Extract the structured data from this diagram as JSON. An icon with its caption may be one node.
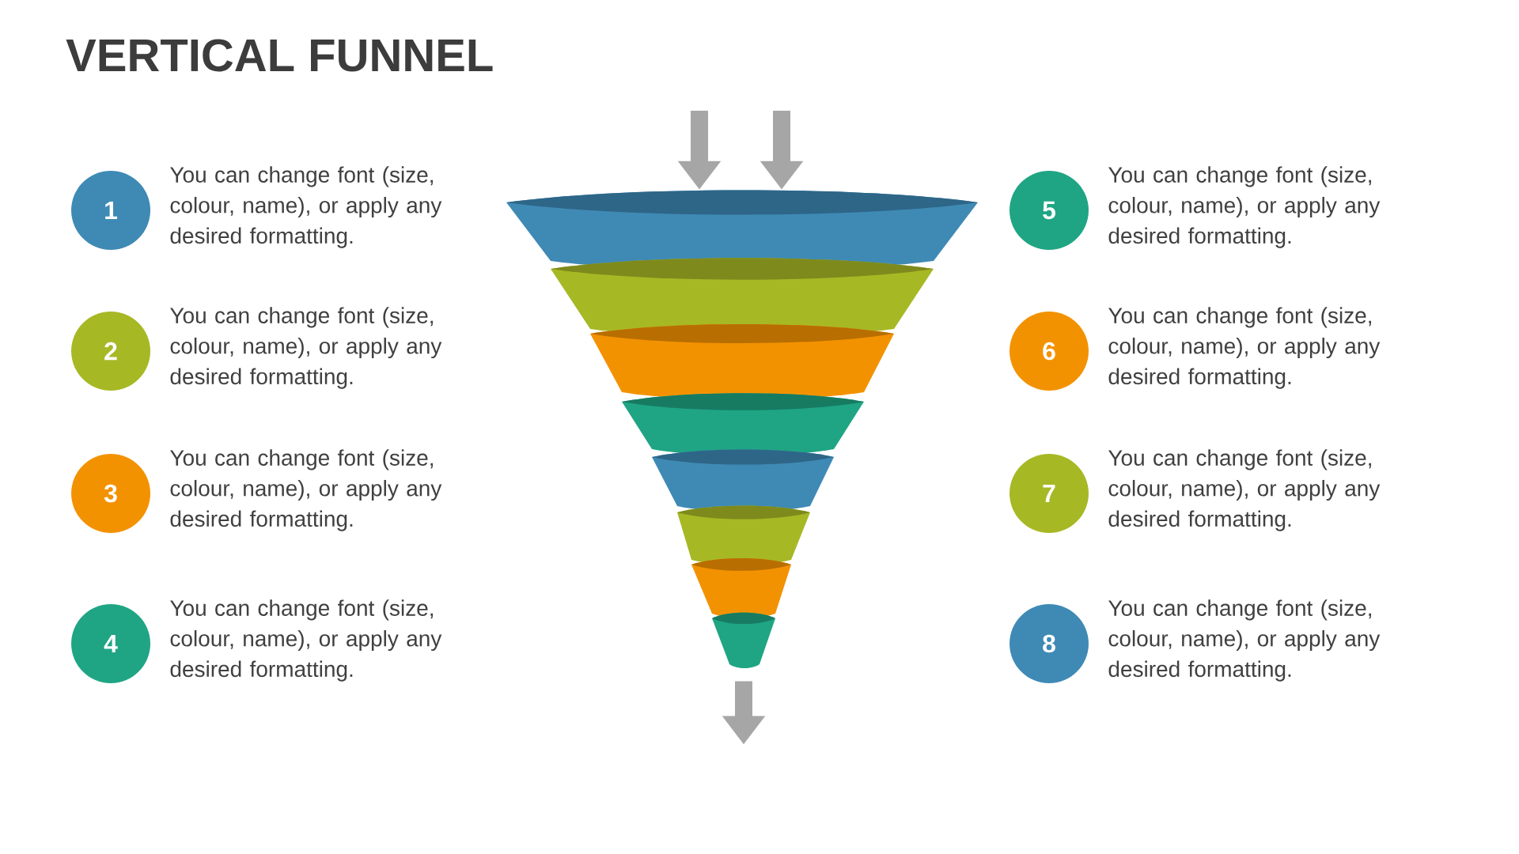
{
  "diagram": {
    "title": "VERTICAL FUNNEL",
    "nodes": [
      {
        "text": [
          "1"
        ],
        "beside": [
          "You can change font (size, colour, name), or apply any desired formatting."
        ]
      },
      {
        "text": [
          "2"
        ],
        "beside": [
          "You can change font (size, colour, name), or apply any desired formatting."
        ]
      },
      {
        "text": [
          "3"
        ],
        "beside": [
          "You can change font (size, colour, name), or apply any desired formatting."
        ]
      },
      {
        "text": [
          "4"
        ],
        "beside": [
          "You can change font (size, colour, name), or apply any desired formatting."
        ]
      },
      {
        "text": [
          "5"
        ],
        "beside": [
          "You can change font (size, colour, name), or apply any desired formatting."
        ]
      },
      {
        "text": [
          "6"
        ],
        "beside": [
          "You can change font (size, colour, name), or apply any desired formatting."
        ]
      },
      {
        "text": [
          "7"
        ],
        "beside": [
          "You can change font (size, colour, name), or apply any desired formatting."
        ]
      },
      {
        "text": [
          "8"
        ],
        "beside": [
          "You can change font (size, colour, name), or apply any desired formatting."
        ]
      },
      {
        "text": [],
        "shape": "trapezoid"
      },
      {
        "text": [],
        "shape": "trapezoid"
      },
      {
        "text": [],
        "shape": "trapezoid"
      },
      {
        "text": [],
        "shape": "trapezoid"
      },
      {
        "text": [],
        "shape": "trapezoid"
      },
      {
        "text": [],
        "shape": "trapezoid"
      },
      {
        "text": [],
        "shape": "trapezoid"
      },
      {
        "text": [],
        "shape": "trapezoid"
      }
    ],
    "edges": [
      {
        "from": null,
        "to": 8,
        "arrow": "to"
      },
      {
        "from": null,
        "to": 8,
        "arrow": "to"
      },
      {
        "from": 15,
        "to": null,
        "arrow": "to"
      }
    ]
  }
}
